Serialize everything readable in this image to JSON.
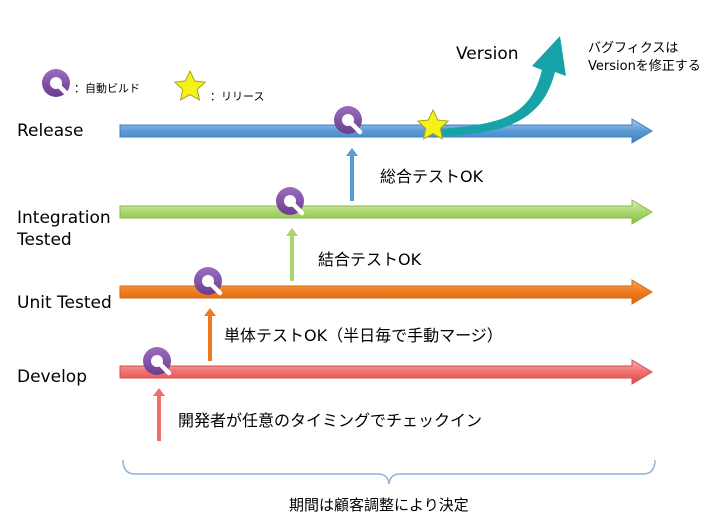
{
  "legend": {
    "build": {
      "icon": "build-q-icon",
      "label": "：自動ビルド"
    },
    "release": {
      "icon": "star-icon",
      "label": "：リリース"
    }
  },
  "lanes": {
    "release": "Release",
    "integration_line1": "Integration",
    "integration_line2": "Tested",
    "unit": "Unit Tested",
    "develop": "Develop"
  },
  "steps": {
    "total_test": "総合テストOK",
    "integration_test": "結合テストOK",
    "unit_test": "単体テストOK（半日毎で手動マージ）",
    "checkin": "開発者が任意のタイミングでチェックイン"
  },
  "version": {
    "label": "Version",
    "note_line1": "バグフィクスは",
    "note_line2": "Versionを修正する"
  },
  "period": "期間は顧客調整により決定",
  "colors": {
    "release": "#5b9bd5",
    "integration": "#a9d66e",
    "unit": "#ee7a1f",
    "develop": "#ef6f6f",
    "version_arrow": "#17a2a8",
    "build_icon": "#7e4fa2",
    "star": "#f5f21a",
    "brace": "#8fb4dc"
  }
}
